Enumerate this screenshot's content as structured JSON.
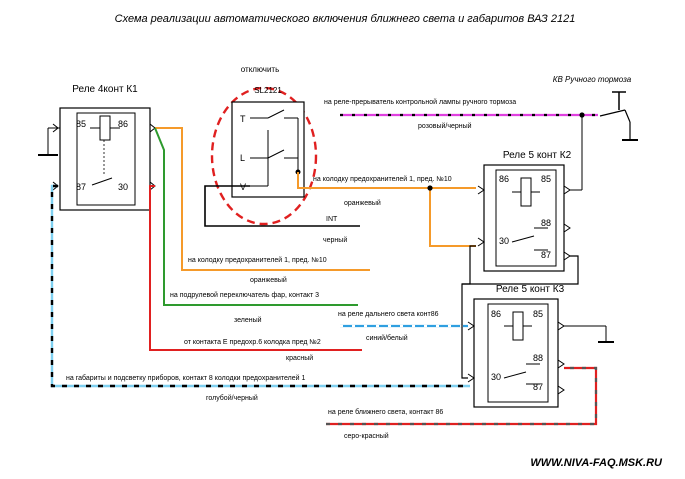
{
  "title": "Схема реализации автоматического включения ближнего света и габаритов ВАЗ 2121",
  "footer": "WWW.NIVA-FAQ.MSK.RU",
  "relays": {
    "k1": {
      "title": "Реле 4конт К1",
      "pins": [
        "85",
        "86",
        "87",
        "30"
      ]
    },
    "k2": {
      "title": "Реле 5 конт К2",
      "pins": [
        "86",
        "85",
        "88",
        "30",
        "87"
      ]
    },
    "k3": {
      "title": "Реле 5 конт К3",
      "pins": [
        "86",
        "85",
        "88",
        "30",
        "87"
      ]
    }
  },
  "switch_sl": {
    "label": "SL2121",
    "note": "отключить",
    "terminals": [
      "T",
      "L",
      "V"
    ]
  },
  "handbrake_switch": {
    "label": "КВ Ручного тормоза"
  },
  "wires": [
    {
      "id": "pink-black",
      "text": "на реле-прерыватель контрольной лампы ручного тормоза",
      "color_label": "розовый/черный",
      "color": "#e040e0"
    },
    {
      "id": "orange-k2",
      "text": "на колодку предохранителей 1, пред. №10",
      "color_label": "оранжевый",
      "color": "#f59a2a"
    },
    {
      "id": "int-black",
      "text": "INT",
      "color_label": "черный",
      "color": "#000000"
    },
    {
      "id": "orange-main",
      "text": "на колодку предохранителей 1, пред. №10",
      "color_label": "оранжевый",
      "color": "#f59a2a"
    },
    {
      "id": "green",
      "text": "на подрулевой переключатель фар, контакт 3",
      "color_label": "зеленый",
      "color": "#2e9a2e"
    },
    {
      "id": "blue-white",
      "text": "на реле дальнего света конт86",
      "color_label": "синий/белый",
      "color": "#2f9fe0"
    },
    {
      "id": "red",
      "text": "от контакта Е предохр.6 колодка пред №2",
      "color_label": "красный",
      "color": "#e02020"
    },
    {
      "id": "lightblue-black",
      "text": "на габариты и подсветку приборов, контакт 8 колодки предохранителей 1",
      "color_label": "голубой/черный",
      "color": "#7fd0f0"
    },
    {
      "id": "grey-red",
      "text": "на реле ближнего света, контакт 86",
      "color_label": "серо-красный",
      "color": "#e02020"
    }
  ]
}
